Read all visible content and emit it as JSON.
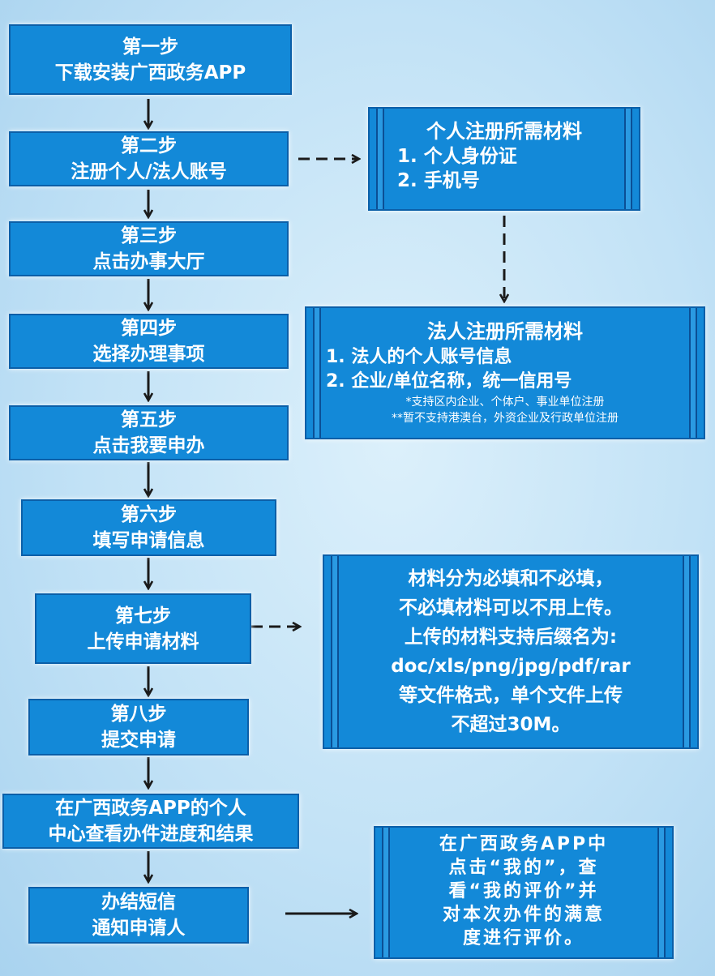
{
  "steps": [
    {
      "title": "第一步",
      "label": "下载安装广西政务APP"
    },
    {
      "title": "第二步",
      "label": "注册个人/法人账号"
    },
    {
      "title": "第三步",
      "label": "点击办事大厅"
    },
    {
      "title": "第四步",
      "label": "选择办理事项"
    },
    {
      "title": "第五步",
      "label": "点击我要申办"
    },
    {
      "title": "第六步",
      "label": "填写申请信息"
    },
    {
      "title": "第七步",
      "label": "上传申请材料"
    },
    {
      "title": "第八步",
      "label": "提交申请"
    },
    {
      "title": "在广西政务APP的个人",
      "label": "中心查看办件进度和结果"
    },
    {
      "title": "办结短信",
      "label": "通知申请人"
    }
  ],
  "personal": {
    "title": "个人注册所需材料",
    "items": [
      "1. 个人身份证",
      "2. 手机号"
    ]
  },
  "legal": {
    "title": "法人注册所需材料",
    "items": [
      "1. 法人的个人账号信息",
      "2. 企业/单位名称，统一信用号"
    ],
    "notes": [
      "*支持区内企业、个体户、事业单位注册",
      "**暂不支持港澳台，外资企业及行政单位注册"
    ]
  },
  "materials": {
    "lines": [
      "材料分为必填和不必填，",
      "不必填材料可以不用上传。",
      "上传的材料支持后缀名为:",
      "doc/xls/png/jpg/pdf/rar",
      "等文件格式，单个文件上传",
      "不超过30M。"
    ]
  },
  "evaluation": {
    "lines": [
      "在广西政务APP中",
      "点击“我的”，查",
      "看“我的评价”并",
      "对本次办件的满意",
      "度进行评价。"
    ]
  },
  "colors": {
    "box_fill": "#1389d8",
    "box_border": "#0b5fa8",
    "arrow": "#1a1a1a"
  }
}
